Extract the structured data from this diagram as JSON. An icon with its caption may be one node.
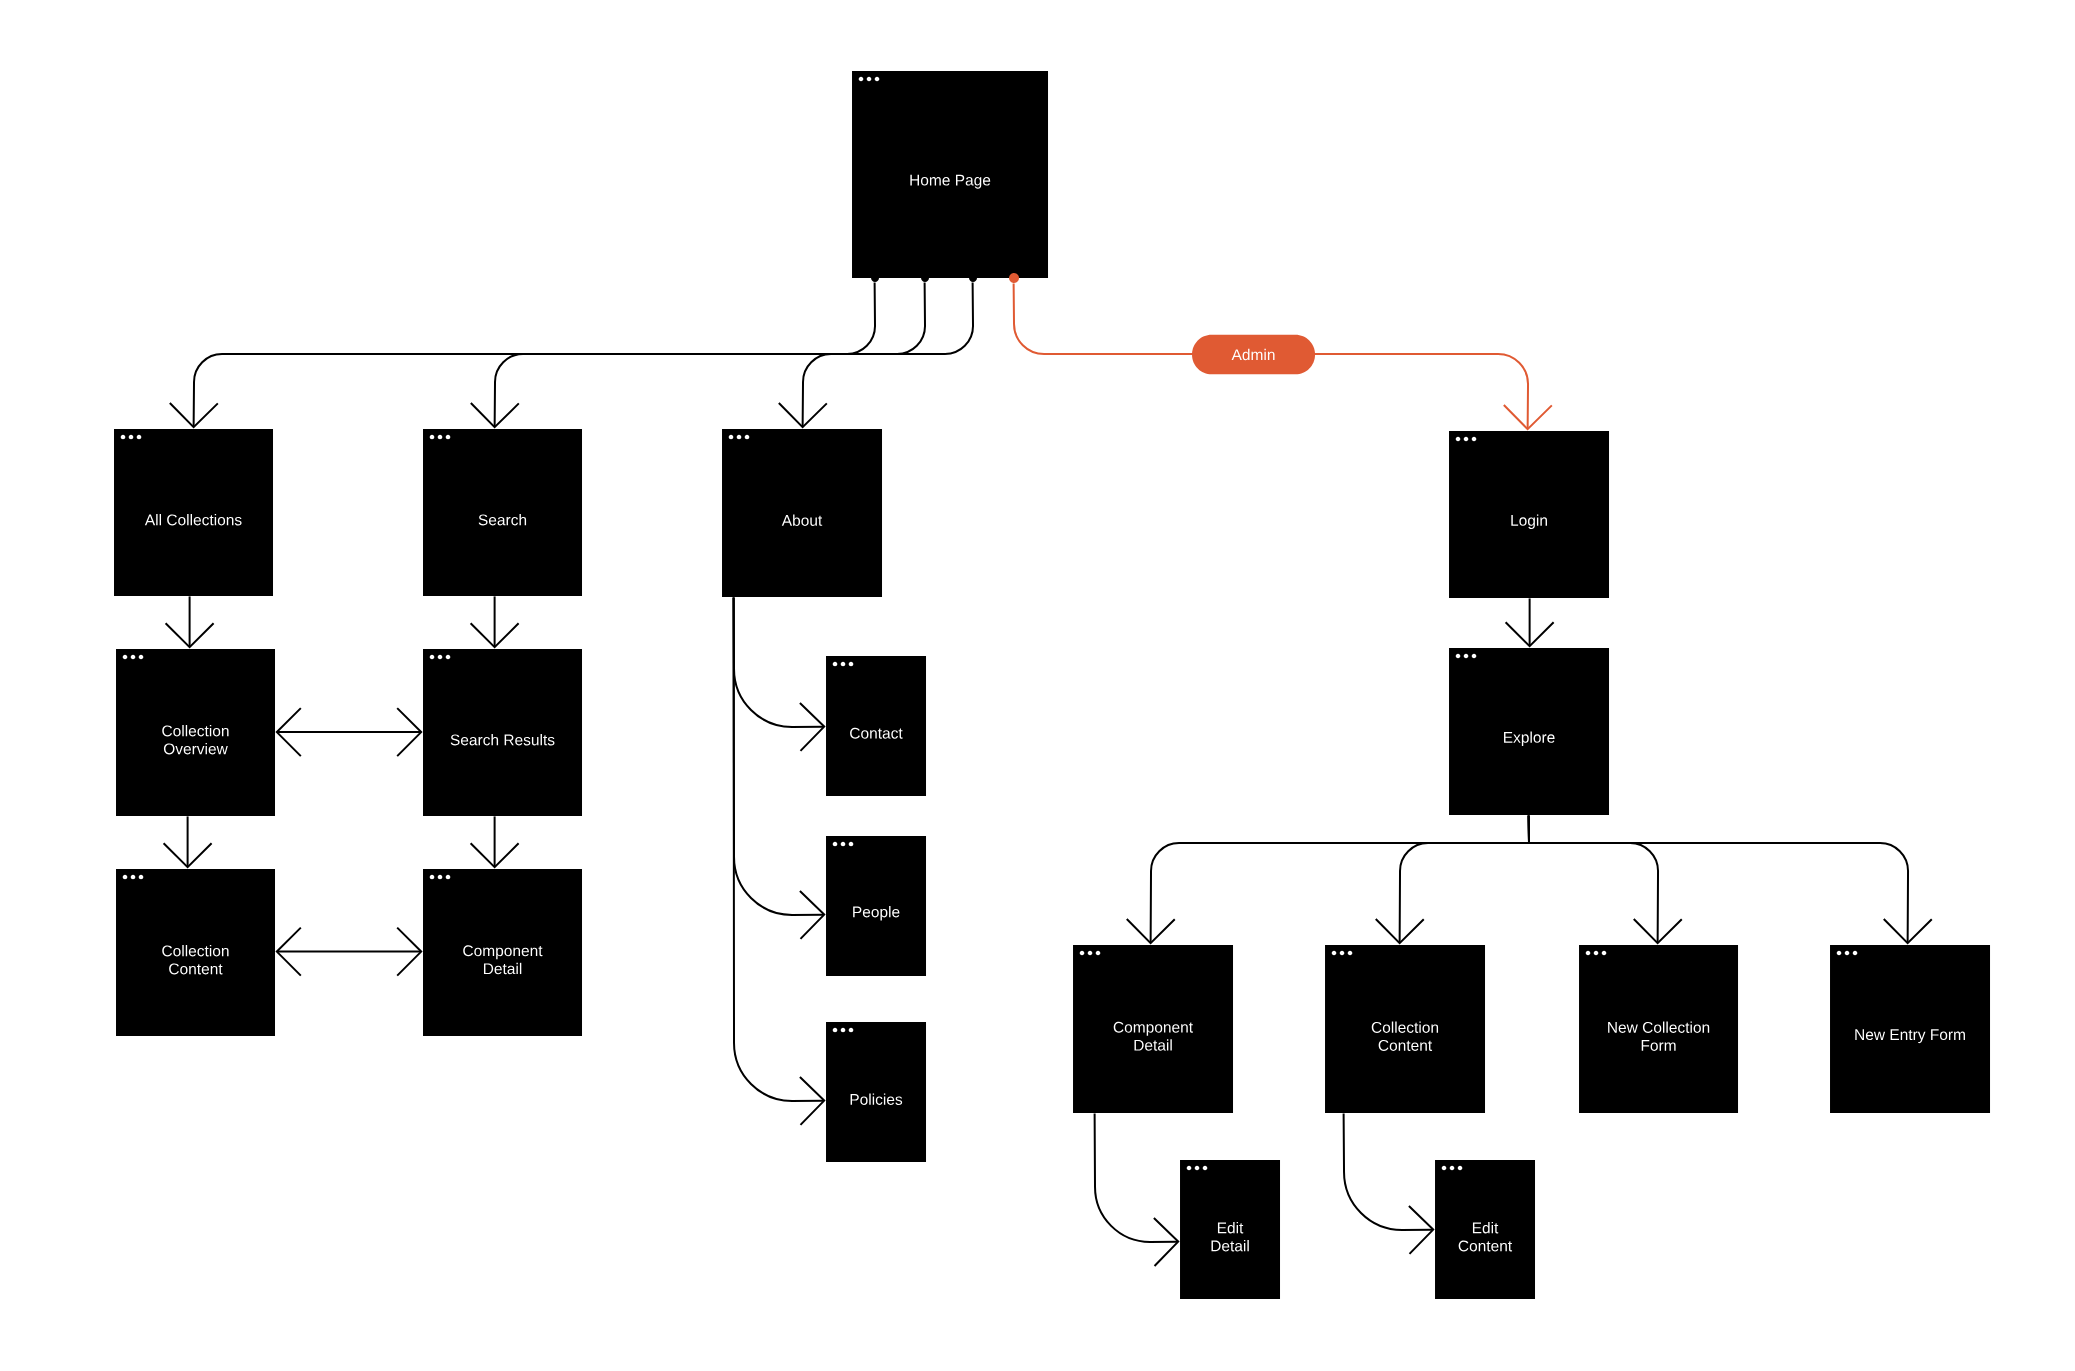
{
  "diagram": {
    "nodes": [
      {
        "text": [
          "Home Page"
        ]
      },
      {
        "text": [
          "All Collections"
        ]
      },
      {
        "text": [
          "Search"
        ]
      },
      {
        "text": [
          "About"
        ]
      },
      {
        "text": [
          "Login"
        ]
      },
      {
        "text": [
          "Explore"
        ]
      },
      {
        "text": [
          "Collection Overview"
        ]
      },
      {
        "text": [
          "Search Results"
        ]
      },
      {
        "text": [
          "Contact"
        ]
      },
      {
        "text": [
          "People"
        ]
      },
      {
        "text": [
          "Collection Content"
        ]
      },
      {
        "text": [
          "Component Detail"
        ]
      },
      {
        "text": [
          "Component Detail"
        ]
      },
      {
        "text": [
          "Collection Content"
        ]
      },
      {
        "text": [
          "New Collection Form"
        ]
      },
      {
        "text": [
          "New Entry Form"
        ]
      },
      {
        "text": [
          "Policies"
        ]
      },
      {
        "text": [
          "Edit Detail"
        ]
      },
      {
        "text": [
          "Edit Content"
        ]
      }
    ],
    "edges": [
      {
        "from": 0,
        "to": 1,
        "arrow": "to"
      },
      {
        "from": 0,
        "to": 2,
        "arrow": "to"
      },
      {
        "from": 0,
        "to": 3,
        "arrow": "to"
      },
      {
        "from": 0,
        "to": 4,
        "arrow": "to",
        "label": "Admin",
        "color": "#e05a33"
      },
      {
        "from": 1,
        "to": 6,
        "arrow": "to"
      },
      {
        "from": 2,
        "to": 7,
        "arrow": "to"
      },
      {
        "from": 6,
        "to": 7,
        "arrow": "both"
      },
      {
        "from": 6,
        "to": 10,
        "arrow": "to"
      },
      {
        "from": 7,
        "to": 11,
        "arrow": "to"
      },
      {
        "from": 10,
        "to": 11,
        "arrow": "both"
      },
      {
        "from": 3,
        "to": 8,
        "arrow": "to"
      },
      {
        "from": 3,
        "to": 9,
        "arrow": "to"
      },
      {
        "from": 3,
        "to": 16,
        "arrow": "to"
      },
      {
        "from": 4,
        "to": 5,
        "arrow": "to"
      },
      {
        "from": 5,
        "to": 12,
        "arrow": "to"
      },
      {
        "from": 5,
        "to": 13,
        "arrow": "to"
      },
      {
        "from": 5,
        "to": 14,
        "arrow": "to"
      },
      {
        "from": 5,
        "to": 15,
        "arrow": "to"
      },
      {
        "from": 12,
        "to": 17,
        "arrow": "to"
      },
      {
        "from": 13,
        "to": 18,
        "arrow": "to"
      }
    ]
  }
}
